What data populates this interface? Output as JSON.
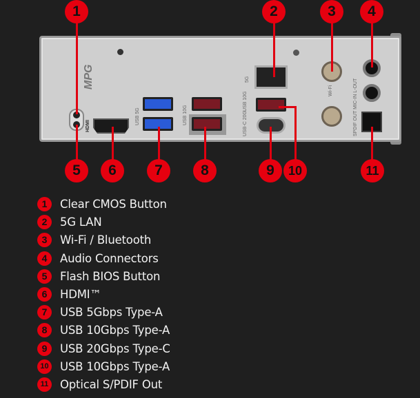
{
  "title": "Rear I/O Panel",
  "colors": {
    "accent": "#e6000f",
    "background": "#1f1f1f",
    "panel": "#cfcfcf"
  },
  "panel_labels": {
    "brand_logo": "MPG",
    "usb5g": "USB 5G",
    "usb10g": "USB 10G",
    "lan": "5G",
    "usb10g_right": "USB 10G",
    "usbc": "USB-C 20G",
    "wifi": "Wi-Fi",
    "audio": "SPDIF OUT  MIC-IN  L-OUT",
    "hdmi": "HDMI"
  },
  "items": [
    {
      "num": "1",
      "label": "Clear CMOS Button"
    },
    {
      "num": "2",
      "label": "5G LAN"
    },
    {
      "num": "3",
      "label": "Wi-Fi / Bluetooth"
    },
    {
      "num": "4",
      "label": "Audio Connectors"
    },
    {
      "num": "5",
      "label": "Flash BIOS Button"
    },
    {
      "num": "6",
      "label": "HDMI™"
    },
    {
      "num": "7",
      "label": "USB 5Gbps Type-A"
    },
    {
      "num": "8",
      "label": "USB 10Gbps Type-A"
    },
    {
      "num": "9",
      "label": "USB 20Gbps Type-C"
    },
    {
      "num": "10",
      "label": "USB 10Gbps Type-A"
    },
    {
      "num": "11",
      "label": "Optical S/PDIF Out"
    }
  ]
}
